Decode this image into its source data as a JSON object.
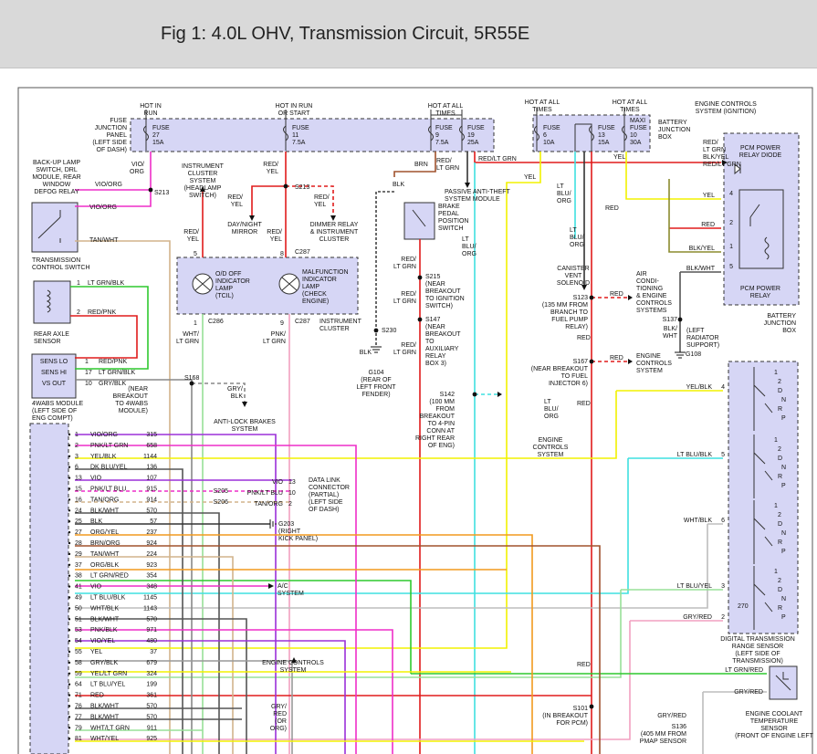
{
  "header": {
    "title": "Fig 1: 4.0L OHV, Transmission Circuit, 5R55E"
  },
  "fuse_panel": {
    "label": [
      "FUSE",
      "JUNCTION",
      "PANEL",
      "(LEFT SIDE",
      "OF DASH)"
    ],
    "hot1": [
      "HOT IN",
      "RUN"
    ],
    "hot2": [
      "HOT IN RUN",
      "OR START"
    ],
    "hot3": [
      "HOT AT ALL",
      "TIMES"
    ],
    "f27": [
      "FUSE",
      "27",
      "15A"
    ],
    "f11": [
      "FUSE",
      "11",
      "7.5A"
    ],
    "f9": [
      "FUSE",
      "9",
      "7.5A"
    ],
    "f19": [
      "FUSE",
      "19",
      "25A"
    ]
  },
  "battery_box": {
    "hot_a": [
      "HOT AT ALL",
      "TIMES"
    ],
    "hot_b": [
      "HOT AT ALL",
      "TIMES"
    ],
    "label": [
      "BATTERY",
      "JUNCTION",
      "BOX"
    ],
    "f6": [
      "FUSE",
      "6",
      "10A"
    ],
    "f13": [
      "FUSE",
      "13",
      "15A"
    ],
    "f10": [
      "MAXI",
      "FUSE",
      "10",
      "30A"
    ]
  },
  "engine_controls_ign": [
    "ENGINE CONTROLS",
    "SYSTEM (IGNITION)"
  ],
  "pcm_relay": {
    "diode": [
      "PCM POWER",
      "RELAY DIODE"
    ],
    "label": [
      "PCM POWER",
      "RELAY"
    ],
    "box": [
      "BATTERY",
      "JUNCTION",
      "BOX"
    ],
    "wires": [
      "YEL",
      "RED",
      "BLK/YEL",
      "BLK/WHT"
    ],
    "pins": [
      "4",
      "2",
      "1",
      "5"
    ],
    "top_wires": [
      "RED/",
      "LT GRN",
      "BLK/YEL",
      "RED/LT GRN"
    ]
  },
  "backup_switch": {
    "label": [
      "BACK-UP LAMP",
      "SWITCH, DRL",
      "MODULE, REAR",
      "WINDOW",
      "DEFOG RELAY"
    ],
    "wire1": "VIO/ORG",
    "wire2": "VIO/ORG",
    "wire3": "TAN/WHT",
    "tcs_label": [
      "TRANSMISSION",
      "CONTROL SWITCH"
    ]
  },
  "splices": {
    "s213a": "S213",
    "s213b": "S213",
    "s168": "S168",
    "s230": "S230",
    "s215": [
      "S215",
      "(NEAR",
      "BREAKOUT",
      "TO IGNITION",
      "SWITCH)"
    ],
    "s147": [
      "S147",
      "(NEAR",
      "BREAKOUT",
      "TO",
      "AUXILIARY",
      "RELAY",
      "BOX 3)"
    ],
    "s142": [
      "S142",
      "(100 MM",
      "FROM",
      "BREAKOUT",
      "TO 4-PIN",
      "CONN AT",
      "RIGHT REAR",
      "OF ENG)"
    ],
    "s123": [
      "S123",
      "(135 MM FROM",
      "BRANCH TO",
      "FUEL PUMP",
      "RELAY)"
    ],
    "s137": [
      "S137"
    ],
    "s167": [
      "S167",
      "(NEAR BREAKOUT",
      "TO FUEL",
      "INJECTOR 6)"
    ],
    "s101": [
      "S101",
      "(IN BREAKOUT",
      "FOR PCM)"
    ],
    "s136": [
      "S136",
      "(405 MM FROM",
      "PMAP SENSOR"
    ]
  },
  "wires_misc": {
    "vio_org": [
      "VIO/",
      "ORG"
    ],
    "red_yel": [
      "RED/",
      "YEL"
    ],
    "red_yel2": [
      "RED/",
      "YEL"
    ],
    "red_yel3": [
      "RED/",
      "YEL"
    ],
    "red_yel4": [
      "RED/",
      "YEL"
    ],
    "red_yel5": [
      "RED/",
      "YEL"
    ],
    "brn": "BRN",
    "blk": "BLK",
    "blk2": "BLK",
    "red_ltgrn": [
      "RED/",
      "LT GRN"
    ],
    "red_ltgrn2": [
      "RED/",
      "LT GRN"
    ],
    "red_ltgrn3": [
      "RED/",
      "LT GRN"
    ],
    "red_ltgrn4": [
      "RED/",
      "LT GRN"
    ],
    "red_ltgrn_h": "RED/LT GRN",
    "lt_blu_org": [
      "LT",
      "BLU/",
      "ORG"
    ],
    "lt_blu_org2": [
      "LT",
      "BLU/",
      "ORG"
    ],
    "lt_blu_org3": [
      "LT",
      "BLU/",
      "ORG"
    ],
    "lt_blu_org4": [
      "LT",
      "BLU/",
      "ORG"
    ],
    "yel": "YEL",
    "yel2": "YEL",
    "red": "RED",
    "red2": "RED",
    "red3": "RED",
    "red4": "RED",
    "red5": "RED",
    "red6": "RED",
    "wht_ltgrn": [
      "WHT/",
      "LT GRN"
    ],
    "pnk_ltgrn": [
      "PNK/",
      "LT GRN"
    ],
    "gry_blk": [
      "GRY/",
      "BLK"
    ],
    "blk_wht": [
      "BLK/",
      "WHT"
    ],
    "gry_red": [
      "GRY/",
      "RED",
      "(OR",
      "ORG)"
    ],
    "lt_grn_red": "LT GRN/RED",
    "gry_red2": "GRY/RED",
    "gry_red3": "GRY/RED"
  },
  "components": {
    "instr_cluster_sys": [
      "INSTRUMENT",
      "CLUSTER",
      "SYSTEM",
      "(HEADLAMP",
      "SWITCH)"
    ],
    "day_night": [
      "DAY/NIGHT",
      "MIRROR"
    ],
    "dimmer": [
      "DIMMER RELAY",
      "& INSTRUMENT",
      "CLUSTER"
    ],
    "od_lamp": [
      "O/D OFF",
      "INDICATOR",
      "LAMP",
      "(TCIL)"
    ],
    "malf_lamp": [
      "MALFUNCTION",
      "INDICATOR",
      "LAMP",
      "(CHECK",
      "ENGINE)"
    ],
    "instr_cluster": [
      "INSTRUMENT",
      "CLUSTER"
    ],
    "c287a": "C287",
    "c286": "C286",
    "c287b": "C287",
    "pin5": "5",
    "pin8": "8",
    "pin1": "1",
    "pin9": "9",
    "pats": [
      "PASSIVE ANTI-THEFT",
      "SYSTEM MODULE"
    ],
    "brake_switch": [
      "BRAKE",
      "PEDAL",
      "POSITION",
      "SWITCH"
    ],
    "g104": [
      "G104",
      "(REAR OF",
      "LEFT FRONT",
      "FENDER)"
    ],
    "canister": [
      "CANISTER",
      "VENT",
      "SOLENOID"
    ],
    "air_cond": [
      "AIR",
      "CONDI-",
      "TIONING",
      "& ENGINE",
      "CONTROLS",
      "SYSTEMS"
    ],
    "left_rad": [
      "(LEFT",
      "RADIATOR",
      "SUPPORT)"
    ],
    "g108": "G108",
    "eng_ctrl_sys": [
      "ENGINE",
      "CONTROLS",
      "SYSTEM"
    ],
    "eng_ctrl_sys2": [
      "ENGINE",
      "CONTROLS",
      "SYSTEM"
    ],
    "eng_ctrl_sys3": [
      "ENGINE CONTROLS",
      "SYSTEM"
    ],
    "abs_system": [
      "ANTI-LOCK BRAKES",
      "SYSTEM"
    ],
    "s168_note": [
      "(NEAR",
      "BREAKOUT",
      "TO 4WABS",
      "MODULE)"
    ],
    "ac_system": [
      "A/C",
      "SYSTEM"
    ],
    "dlc": [
      "DATA LINK",
      "CONNECTOR",
      "(PARTIAL)",
      "(LEFT SIDE",
      "OF DASH)"
    ],
    "dlc_wires": [
      "VIO",
      "PNK/LT BLU",
      "TAN/ORG"
    ],
    "dlc_pins": [
      "13",
      "10",
      "2"
    ],
    "s205": "S205",
    "s206": "S206",
    "g203": [
      "G203",
      "(RIGHT",
      "KICK PANEL)"
    ],
    "dtr_label": [
      "DIGITAL TRANSMISSION",
      "RANGE SENSOR",
      "(LEFT SIDE OF",
      "TRANSMISSION)"
    ],
    "ect_label": [
      "ENGINE COOLANT",
      "TEMPERATURE",
      "SENSOR",
      "(FRONT OF ENGINE LEFT"
    ]
  },
  "rear_axle": {
    "label": [
      "REAR AXLE",
      "SENSOR"
    ],
    "pins": [
      "1",
      "2"
    ],
    "wires": [
      "LT GRN/BLK",
      "RED/PNK"
    ]
  },
  "abs_module": {
    "label": [
      "4WABS MODULE",
      "(LEFT SIDE OF",
      "ENG COMPT)"
    ],
    "pins": [
      "SENS LO",
      "SENS HI",
      "VS OUT"
    ],
    "pin_nums": [
      "1",
      "17",
      "10"
    ],
    "wires": [
      "RED/PNK",
      "LT GRN/BLK",
      "GRY/BLK"
    ]
  },
  "pcm_pins": [
    {
      "pin": "1",
      "wire": "VIO/ORG",
      "circuit": "315"
    },
    {
      "pin": "2",
      "wire": "PNK/LT GRN",
      "circuit": "658"
    },
    {
      "pin": "3",
      "wire": "YEL/BLK",
      "circuit": "1144"
    },
    {
      "pin": "6",
      "wire": "DK BLU/YEL",
      "circuit": "136"
    },
    {
      "pin": "13",
      "wire": "VIO",
      "circuit": "107"
    },
    {
      "pin": "15",
      "wire": "PNK/LT BLU",
      "circuit": "915"
    },
    {
      "pin": "16",
      "wire": "TAN/ORG",
      "circuit": "914"
    },
    {
      "pin": "24",
      "wire": "BLK/WHT",
      "circuit": "570"
    },
    {
      "pin": "25",
      "wire": "BLK",
      "circuit": "57"
    },
    {
      "pin": "27",
      "wire": "ORG/YEL",
      "circuit": "237"
    },
    {
      "pin": "28",
      "wire": "BRN/ORG",
      "circuit": "924"
    },
    {
      "pin": "29",
      "wire": "TAN/WHT",
      "circuit": "224"
    },
    {
      "pin": "37",
      "wire": "ORG/BLK",
      "circuit": "923"
    },
    {
      "pin": "38",
      "wire": "LT GRN/RED",
      "circuit": "354"
    },
    {
      "pin": "41",
      "wire": "VIO",
      "circuit": "348"
    },
    {
      "pin": "49",
      "wire": "LT BLU/BLK",
      "circuit": "1145"
    },
    {
      "pin": "50",
      "wire": "WHT/BLK",
      "circuit": "1143"
    },
    {
      "pin": "51",
      "wire": "BLK/WHT",
      "circuit": "570"
    },
    {
      "pin": "53",
      "wire": "PNK/BLK",
      "circuit": "971"
    },
    {
      "pin": "54",
      "wire": "VIO/YEL",
      "circuit": "480"
    },
    {
      "pin": "55",
      "wire": "YEL",
      "circuit": "37"
    },
    {
      "pin": "58",
      "wire": "GRY/BLK",
      "circuit": "679"
    },
    {
      "pin": "59",
      "wire": "YEL/LT GRN",
      "circuit": "324"
    },
    {
      "pin": "64",
      "wire": "LT BLU/YEL",
      "circuit": "199"
    },
    {
      "pin": "71",
      "wire": "RED",
      "circuit": "361"
    },
    {
      "pin": "76",
      "wire": "BLK/WHT",
      "circuit": "570"
    },
    {
      "pin": "77",
      "wire": "BLK/WHT",
      "circuit": "570"
    },
    {
      "pin": "79",
      "wire": "WHT/LT GRN",
      "circuit": "911"
    },
    {
      "pin": "81",
      "wire": "WHT/YEL",
      "circuit": "925"
    }
  ],
  "dtr": {
    "inputs": [
      {
        "wire": "YEL/BLK",
        "pin": "4"
      },
      {
        "wire": "LT BLU/BLK",
        "pin": "5"
      },
      {
        "wire": "WHT/BLK",
        "pin": "6"
      },
      {
        "wire": "LT BLU/YEL",
        "pin": "3"
      },
      {
        "wire": "GRY/RED",
        "pin": "2"
      }
    ],
    "resistor": "270",
    "positions": [
      "1",
      "2",
      "D",
      "N",
      "R",
      "P"
    ]
  },
  "colors": {
    "header_bg": "#d9d9d9",
    "component_fill": "#d6d6f5",
    "red": "#e01b1b",
    "green": "#2ec92e",
    "pink": "#ee2ec8",
    "yellow": "#f2f200",
    "cyan": "#3fe0e0",
    "orange": "#f29a1e",
    "tan": "#d2b48c",
    "gray": "#999999",
    "brown": "#a0522d",
    "lightpink": "#f2a0c0",
    "lightgreen": "#98e098",
    "violet": "#9b30d9"
  }
}
